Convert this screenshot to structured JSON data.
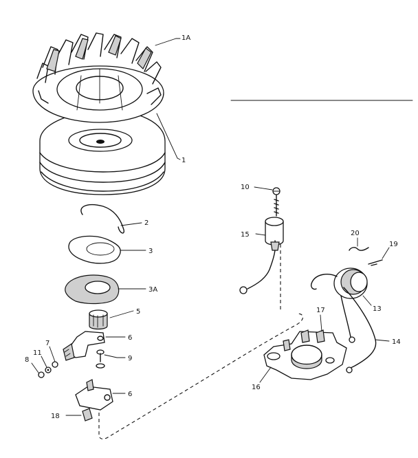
{
  "callouts": {
    "c1a": "1A",
    "c1": "1",
    "c2": "2",
    "c3": "3",
    "c3a": "3A",
    "c5": "5",
    "c6a": "6",
    "c6b": "6",
    "c7": "7",
    "c8": "8",
    "c9": "9",
    "c10": "10",
    "c11": "11",
    "c13": "13",
    "c14": "14",
    "c15": "15",
    "c16": "16",
    "c17": "17",
    "c18": "18",
    "c19": "19",
    "c20": "20"
  }
}
